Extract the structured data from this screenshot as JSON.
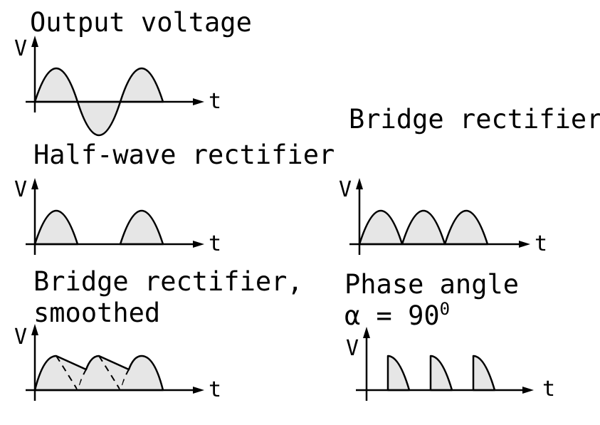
{
  "colors": {
    "fill": "#e6e6e6",
    "stroke": "#000000",
    "background": "#ffffff"
  },
  "panels": {
    "output": {
      "title": "Output voltage",
      "ylabel": "V",
      "xlabel": "t"
    },
    "half_wave": {
      "title": "Half-wave rectifier",
      "ylabel": "V",
      "xlabel": "t"
    },
    "bridge": {
      "title": "Bridge rectifier",
      "ylabel": "V",
      "xlabel": "t"
    },
    "smoothed": {
      "title_line1": "Bridge rectifier,",
      "title_line2": "smoothed",
      "ylabel": "V",
      "xlabel": "t"
    },
    "phase": {
      "title_line1": "Phase angle",
      "title_line2": "α = 90",
      "title_superscript": "0",
      "ylabel": "V",
      "xlabel": "t"
    }
  }
}
